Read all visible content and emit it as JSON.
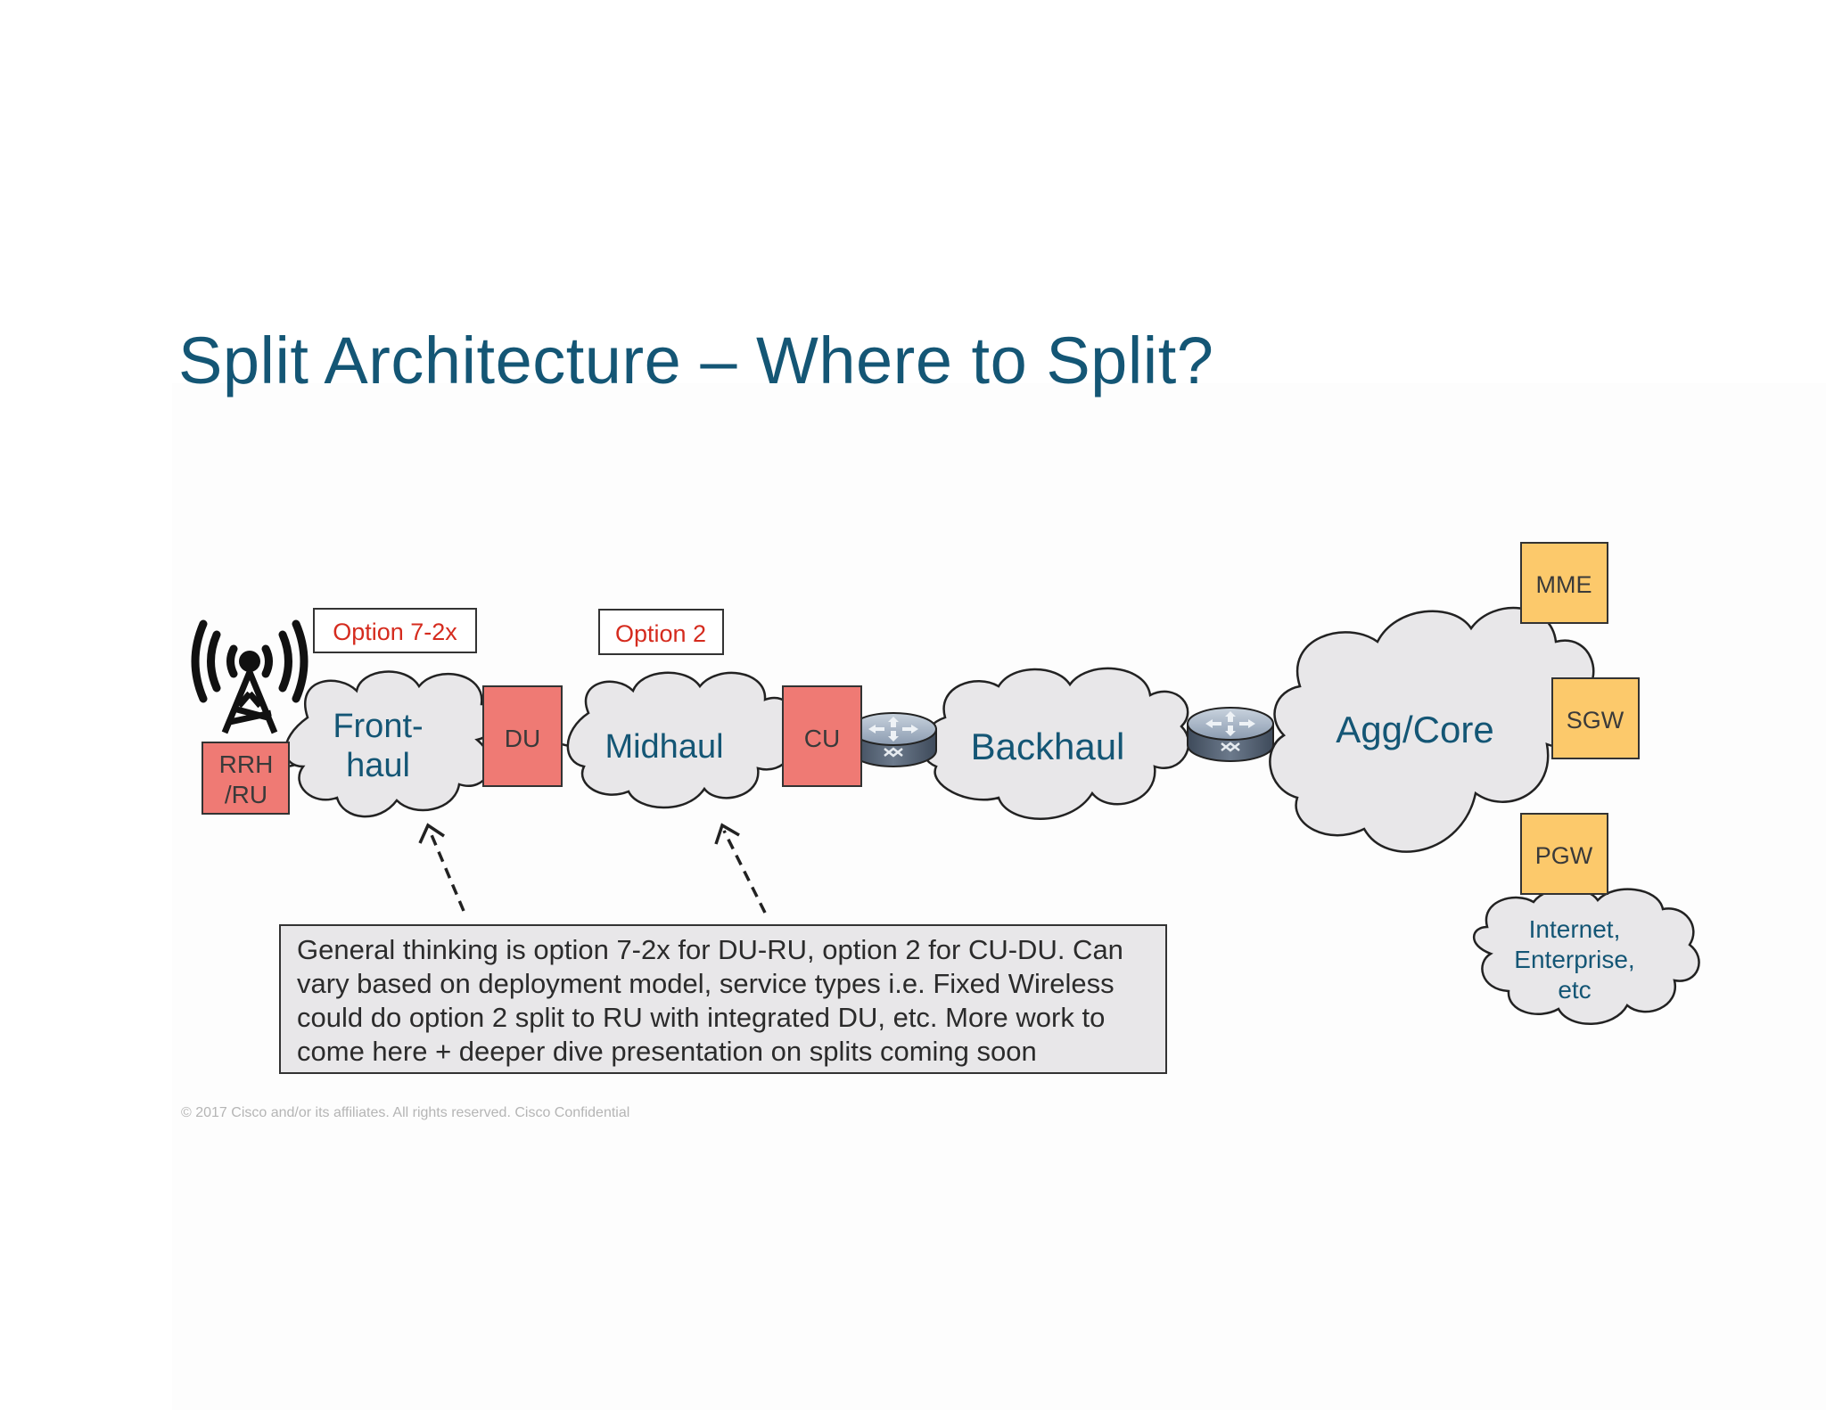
{
  "title": "Split Architecture – Where to Split?",
  "nodes": {
    "rrh_line1": "RRH",
    "rrh_line2": "/RU",
    "fronthaul_line1": "Front-",
    "fronthaul_line2": "haul",
    "du": "DU",
    "midhaul": "Midhaul",
    "cu": "CU",
    "backhaul": "Backhaul",
    "aggcore": "Agg/Core",
    "mme": "MME",
    "sgw": "SGW",
    "pgw": "PGW",
    "internet_line1": "Internet,",
    "internet_line2": "Enterprise,",
    "internet_line3": "etc"
  },
  "options": {
    "option_72x": "Option 7-2x",
    "option_2": "Option 2"
  },
  "note": "General thinking is option 7-2x for DU-RU, option 2 for CU-DU. Can vary based on deployment model, service types i.e. Fixed Wireless could do option 2 split to RU with integrated DU, etc. More work to come here + deeper dive presentation on splits coming soon",
  "footer": "© 2017  Cisco and/or its affiliates. All rights reserved.   Cisco Confidential",
  "colors": {
    "title": "#145675",
    "red_box": "#ef7a74",
    "yellow_box": "#fcc96b",
    "cloud_fill": "#e8e7e9",
    "option_text": "#d52b1e"
  },
  "icons": [
    "cell-tower-icon",
    "router-icon"
  ]
}
